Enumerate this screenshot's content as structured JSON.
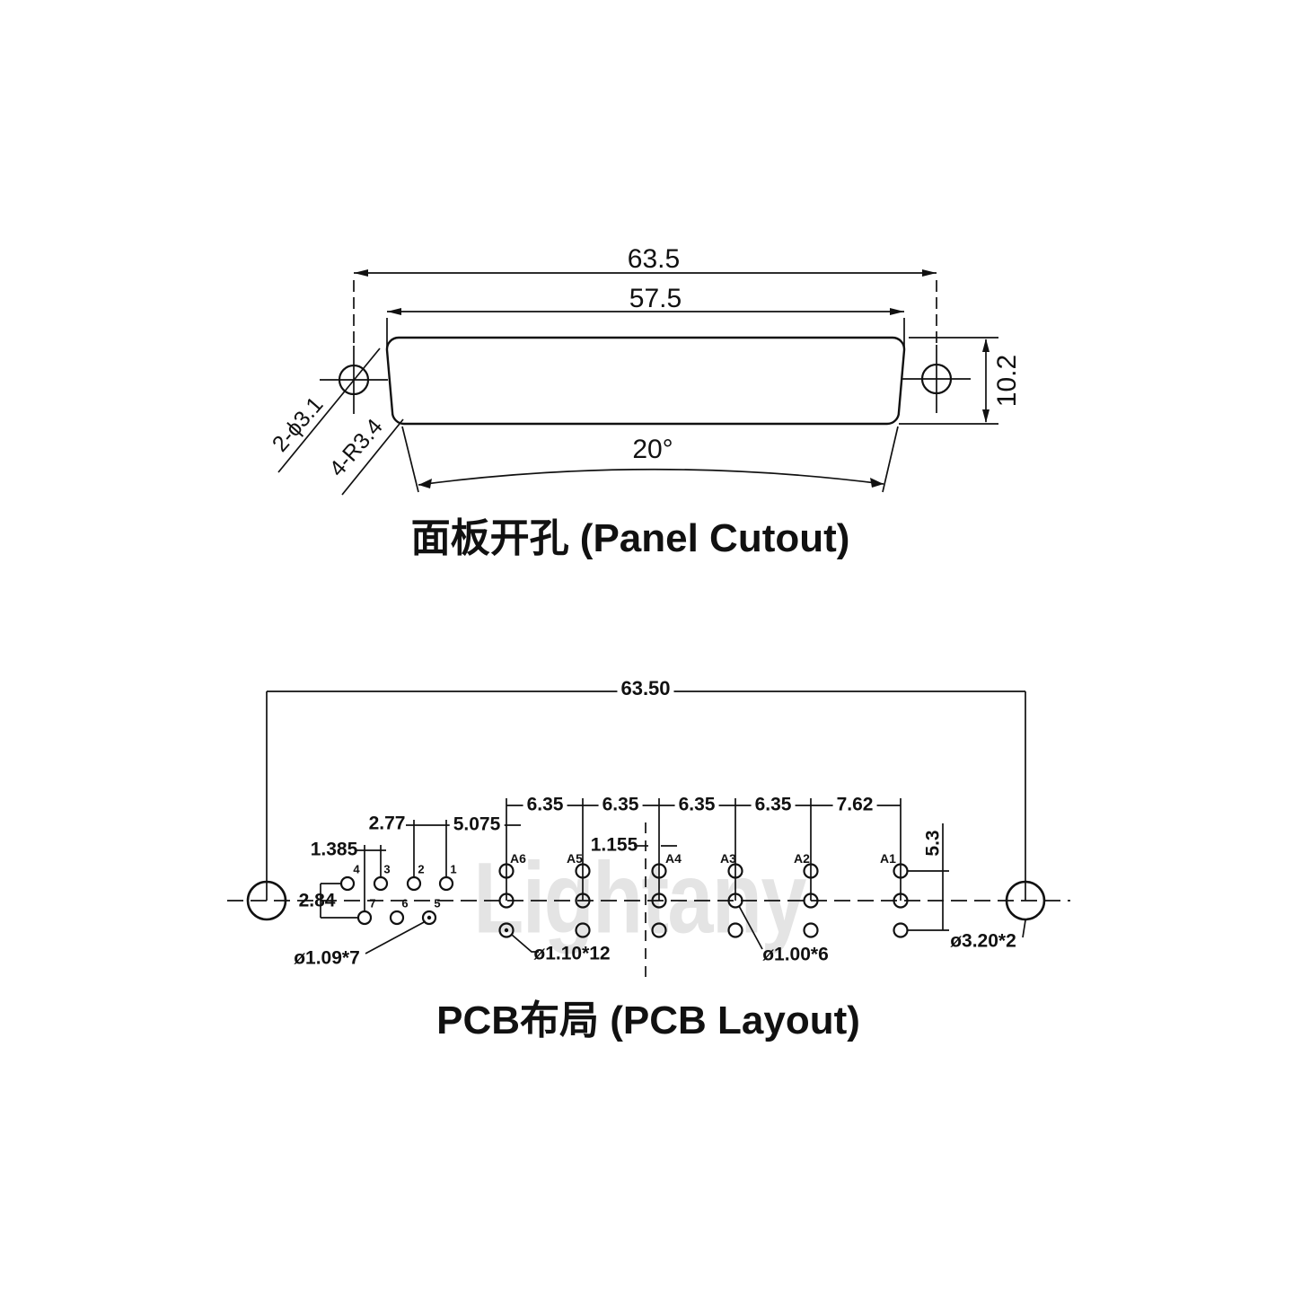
{
  "panel_cutout": {
    "title": "面板开孔 (Panel Cutout)",
    "dim_width_outer": "63.5",
    "dim_width_cutout": "57.5",
    "dim_height": "10.2",
    "dim_angle": "20°",
    "callout_mount_holes": "2-ϕ3.1",
    "callout_corner_radius": "4-R3.4"
  },
  "pcb_layout": {
    "title": "PCB布局 (PCB Layout)",
    "watermark": "Lightany",
    "dim_mount_span": "63.50",
    "pitches": [
      "6.35",
      "6.35",
      "6.35",
      "6.35",
      "7.62"
    ],
    "dim_row_span": "5.3",
    "dim_pin_pitch": "2.77",
    "dim_pin_half_pitch": "1.385",
    "dim_pin_row_gap": "2.84",
    "dim_pin1_to_a6": "5.075",
    "dim_center_offset": "1.155",
    "callout_signal_holes": "ø1.09*7",
    "callout_coax_outer_holes": "ø1.10*12",
    "callout_coax_center_holes": "ø1.00*6",
    "callout_mount_holes": "ø3.20*2",
    "coax_labels": [
      "A6",
      "A5",
      "A4",
      "A3",
      "A2",
      "A1"
    ],
    "pin_labels_top": [
      "4",
      "3",
      "2",
      "1"
    ],
    "pin_labels_bottom": [
      "7",
      "6",
      "5"
    ]
  }
}
